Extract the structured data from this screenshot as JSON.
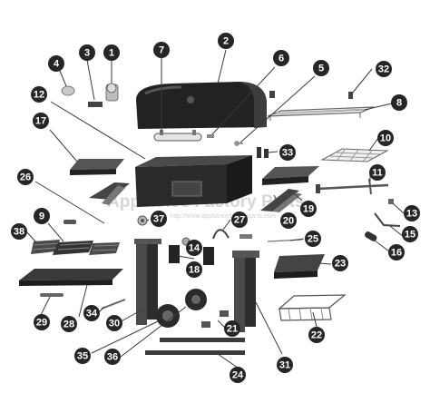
{
  "watermark": "Appliance Factory Parts",
  "watermark_url": "http://www.appliancefactoryparts.com",
  "parts": [
    {
      "number": "1"
    },
    {
      "number": "2"
    },
    {
      "number": "3"
    },
    {
      "number": "4"
    },
    {
      "number": "5"
    },
    {
      "number": "6"
    },
    {
      "number": "7"
    },
    {
      "number": "8"
    },
    {
      "number": "9"
    },
    {
      "number": "10"
    },
    {
      "number": "11"
    },
    {
      "number": "12"
    },
    {
      "number": "13"
    },
    {
      "number": "14"
    },
    {
      "number": "15"
    },
    {
      "number": "16"
    },
    {
      "number": "17"
    },
    {
      "number": "18"
    },
    {
      "number": "19"
    },
    {
      "number": "20"
    },
    {
      "number": "21"
    },
    {
      "number": "22"
    },
    {
      "number": "23"
    },
    {
      "number": "24"
    },
    {
      "number": "25"
    },
    {
      "number": "26"
    },
    {
      "number": "27"
    },
    {
      "number": "28"
    },
    {
      "number": "29"
    },
    {
      "number": "30"
    },
    {
      "number": "31"
    },
    {
      "number": "32"
    },
    {
      "number": "33"
    },
    {
      "number": "34"
    },
    {
      "number": "35"
    },
    {
      "number": "36"
    },
    {
      "number": "37"
    },
    {
      "number": "38"
    }
  ]
}
